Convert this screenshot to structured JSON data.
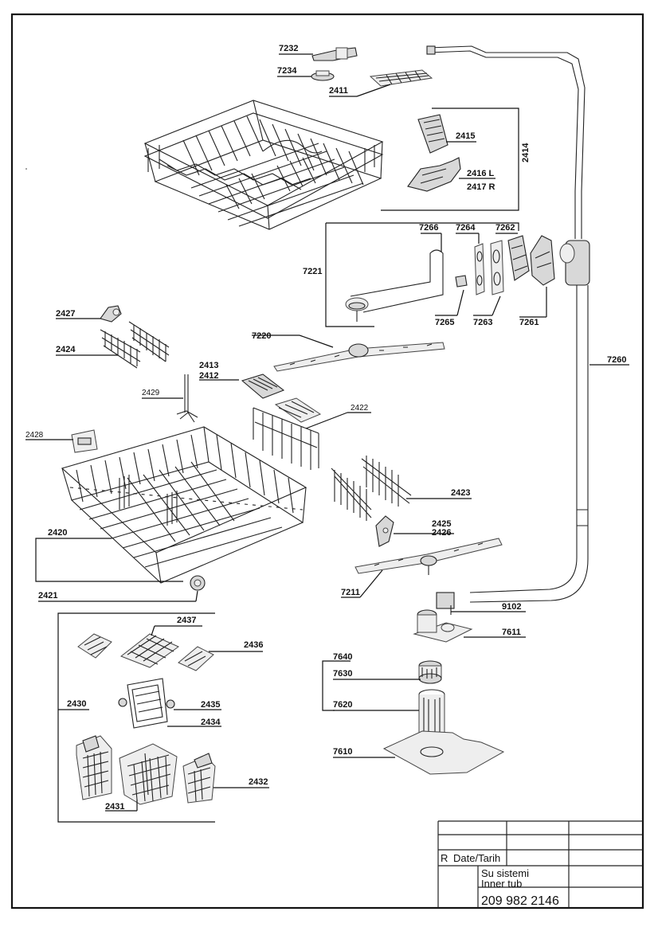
{
  "labels": {
    "l7232": "7232",
    "l7234": "7234",
    "l2411": "2411",
    "l2414": "2414",
    "l2415": "2415",
    "l2416": "2416 L",
    "l2417": "2417 R",
    "l7266": "7266",
    "l7264": "7264",
    "l7262": "7262",
    "l7221": "7221",
    "l7265": "7265",
    "l7263": "7263",
    "l7261": "7261",
    "l2427": "2427",
    "l2424": "2424",
    "l7220": "7220",
    "l2413": "2413",
    "l2412": "2412",
    "l2429": "2429",
    "l2422": "2422",
    "l2428": "2428",
    "l7260": "7260",
    "l2423": "2423",
    "l2425": "2425",
    "l2426": "2426",
    "l2420": "2420",
    "l7211": "7211",
    "l2421": "2421",
    "l9102": "9102",
    "l7611": "7611",
    "l2437": "2437",
    "l2436": "2436",
    "l7640": "7640",
    "l7630": "7630",
    "l2430": "2430",
    "l2435": "2435",
    "l2434": "2434",
    "l7620": "7620",
    "l7610": "7610",
    "l2432": "2432",
    "l2431": "2431"
  },
  "title_block": {
    "revision_label": "R",
    "date_label": "Date/Tarih",
    "name_tr": "Su sistemi",
    "name_en": "Inner tub",
    "drawing_number": "209 982 2146"
  }
}
